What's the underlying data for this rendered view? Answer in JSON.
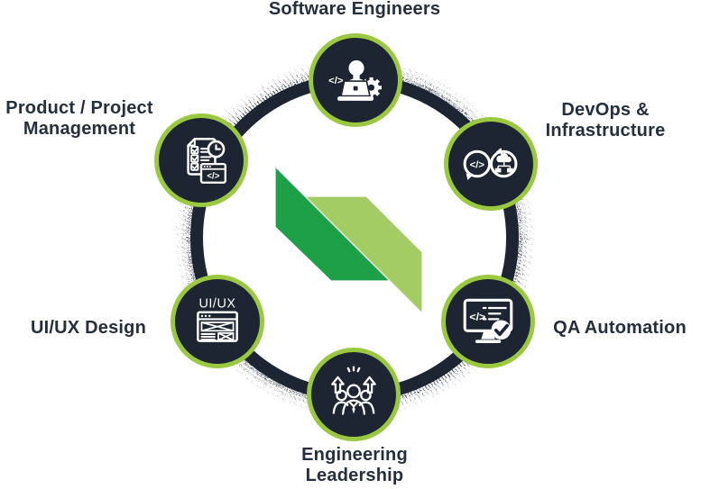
{
  "diagram": {
    "name": "software-team-roles-diagram",
    "colors": {
      "background": "#ffffff",
      "ring": "#1c2531",
      "node_fill": "#1c2531",
      "node_border_green": "#9bc841",
      "label_text": "#252f3d",
      "icon_stroke": "#ffffff",
      "logo_dark_green": "#1ea048",
      "logo_light_green": "#a4cc64"
    },
    "icon_glyphs": {
      "code": "</>"
    },
    "logo": {
      "name": "company-logo",
      "shape": "two diagonal parallelograms"
    },
    "nodes": [
      {
        "id": "software-engineers",
        "icon": "developer-laptop-gear-icon",
        "label_lines": [
          "Software Engineers"
        ]
      },
      {
        "id": "devops-infrastructure",
        "icon": "devops-infinity-cloud-icon",
        "label_lines": [
          "DevOps &",
          "Infrastructure"
        ]
      },
      {
        "id": "qa-automation",
        "icon": "qa-monitor-check-icon",
        "label_lines": [
          "QA Automation"
        ]
      },
      {
        "id": "engineering-leadership",
        "icon": "leadership-team-arrows-icon",
        "label_lines": [
          "Engineering",
          "Leadership"
        ]
      },
      {
        "id": "uiux-design",
        "icon": "uiux-wireframe-icon",
        "label_lines": [
          "UI/UX Design"
        ],
        "icon_text": "UI/UX"
      },
      {
        "id": "product-project-management",
        "icon": "checklist-clock-code-icon",
        "label_lines": [
          "Product / Project",
          "Management"
        ]
      }
    ]
  }
}
